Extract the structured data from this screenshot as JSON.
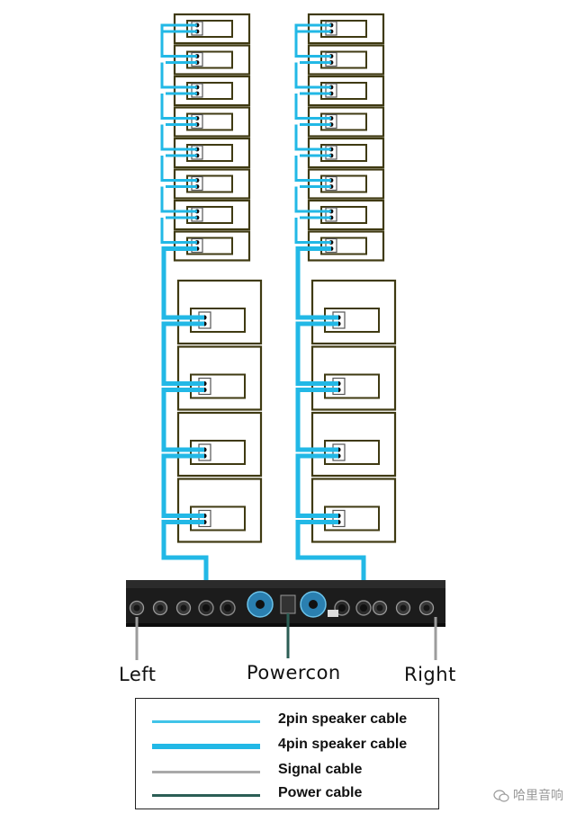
{
  "labels": {
    "left": "Left",
    "powercon": "Powercon",
    "right": "Right"
  },
  "legend": [
    {
      "label": "2pin speaker cable",
      "color": "#41c4e8",
      "style": "thin"
    },
    {
      "label": "4pin speaker cable",
      "color": "#22b8e6",
      "style": "thick"
    },
    {
      "label": "Signal cable",
      "color": "#a9a9a9",
      "style": "thin"
    },
    {
      "label": "Power  cable",
      "color": "#2b5e55",
      "style": "thin"
    }
  ],
  "watermark": "哈里音响",
  "colors": {
    "speaker_outline": "#3f3a12",
    "cable_cyan": "#22b8e6",
    "signal_gray": "#9c9c9c",
    "power_green": "#2b5e55",
    "amp_body": "#1c1c1c",
    "fan_blue": "#2a7fb0"
  },
  "speaker_columns": [
    {
      "side": "left",
      "small_cabinets": 8,
      "large_cabinets": 4
    },
    {
      "side": "right",
      "small_cabinets": 8,
      "large_cabinets": 4
    }
  ]
}
